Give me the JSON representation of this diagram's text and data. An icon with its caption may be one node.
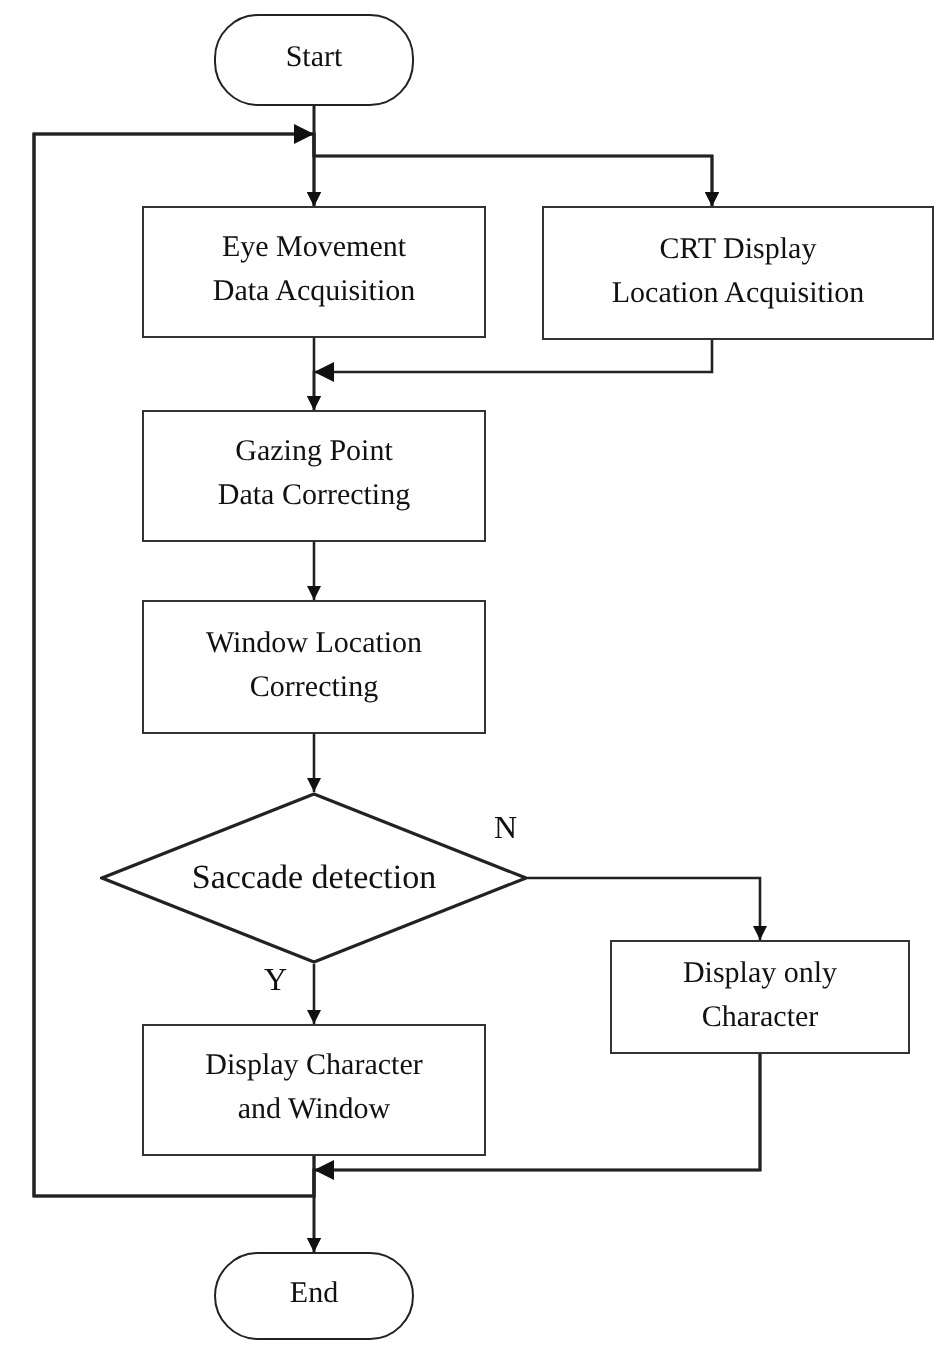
{
  "diagram": {
    "nodes": [
      {
        "text": [
          "Start"
        ]
      },
      {
        "text": [
          "Eye Movement Data Acquisition"
        ]
      },
      {
        "text": [
          "CRT Display Location Acquisition"
        ]
      },
      {
        "text": [
          "Gazing Point Data Correcting"
        ]
      },
      {
        "text": [
          "Window Location Correcting"
        ]
      },
      {
        "text": [
          "Saccade detection"
        ]
      },
      {
        "text": [
          "Display Character and Window"
        ]
      },
      {
        "text": [
          "Display only Character"
        ]
      },
      {
        "text": [
          "End"
        ]
      }
    ],
    "edges": [
      {
        "from": 0,
        "to": 1,
        "arrow": "to"
      },
      {
        "from": 0,
        "to": 2,
        "arrow": "to"
      },
      {
        "from": 1,
        "to": 3,
        "arrow": "to"
      },
      {
        "from": 2,
        "to": 3,
        "arrow": "to"
      },
      {
        "from": 3,
        "to": 4,
        "arrow": "to"
      },
      {
        "from": 4,
        "to": 5,
        "arrow": "to"
      },
      {
        "from": 5,
        "to": 6,
        "arrow": "to",
        "label": "Y"
      },
      {
        "from": 5,
        "to": 7,
        "arrow": "to",
        "label": "N"
      },
      {
        "from": 6,
        "to": 8,
        "arrow": "to"
      },
      {
        "from": 7,
        "to": 8,
        "arrow": "to"
      },
      {
        "from": 6,
        "to": 1,
        "arrow": "to"
      },
      {
        "from": 6,
        "to": 2,
        "arrow": "to"
      },
      {
        "from": 7,
        "to": 1,
        "arrow": "to"
      },
      {
        "from": 7,
        "to": 2,
        "arrow": "to"
      }
    ]
  }
}
